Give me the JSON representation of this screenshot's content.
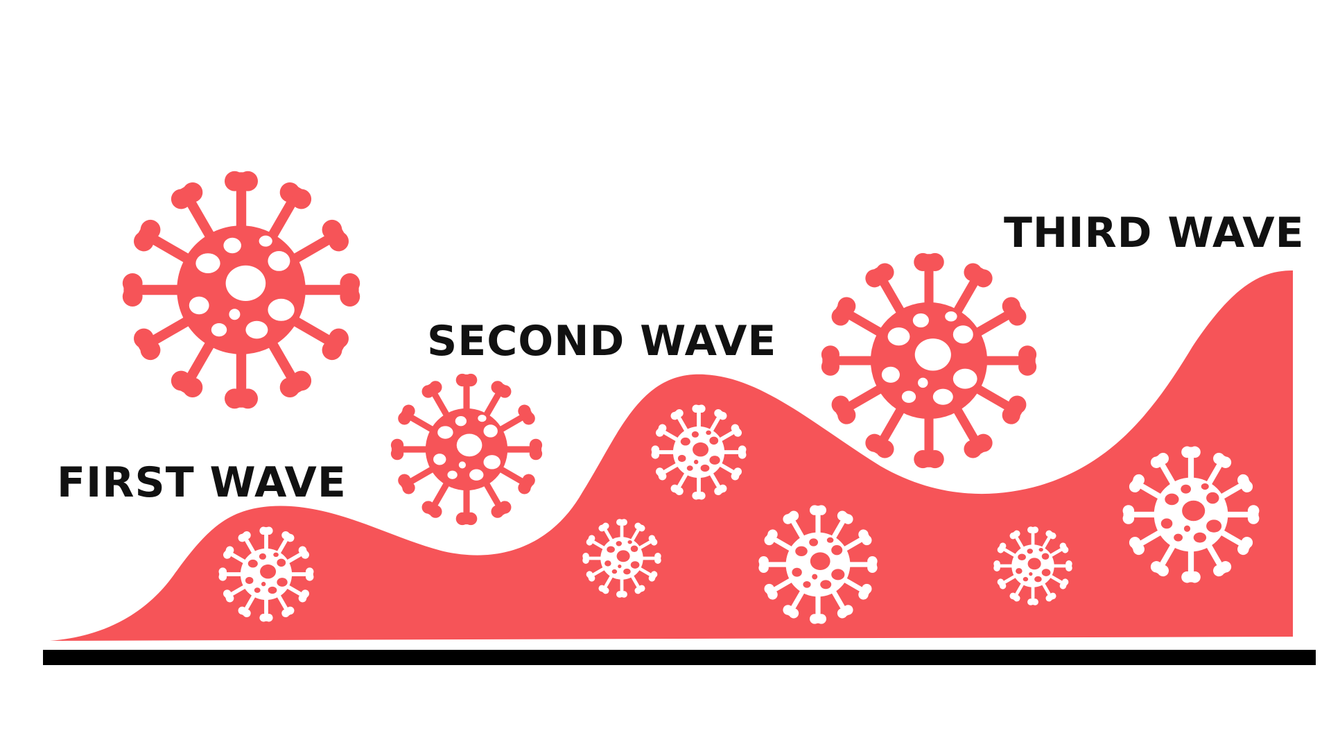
{
  "labels": {
    "first": "FIRST WAVE",
    "second": "SECOND WAVE",
    "third": "THIRD WAVE"
  },
  "colors": {
    "background": "#ffffff",
    "wave_fill": "#f65458",
    "virus": "#f65458",
    "virus_inner": "#ffffff",
    "baseline": "#000000",
    "text": "#111111"
  },
  "icons": {
    "virus": "coronavirus-icon"
  }
}
